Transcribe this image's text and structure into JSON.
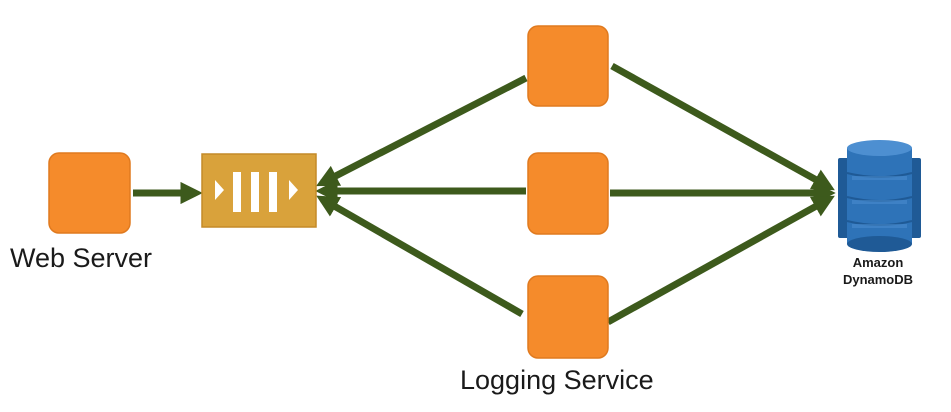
{
  "nodes": {
    "web_server": {
      "label": "Web Server",
      "icon": "compute-instance-icon"
    },
    "queue": {
      "icon": "queue-icon"
    },
    "logging_service": {
      "label": "Logging Service",
      "icon": "compute-instance-icon",
      "instance_count": 3
    },
    "dynamodb": {
      "label_line1": "Amazon",
      "label_line2": "DynamoDB",
      "icon": "dynamodb-icon"
    }
  },
  "colors": {
    "instance_fill": "#f58b2b",
    "instance_edge": "#e07a1f",
    "queue_fill": "#d9a23b",
    "queue_edge": "#c48a28",
    "queue_bars": "#ffffff",
    "arrow": "#3d5a1c",
    "db_fill": "#2e73b8",
    "db_light": "#4d8fd1",
    "db_dark": "#1f5a96"
  }
}
